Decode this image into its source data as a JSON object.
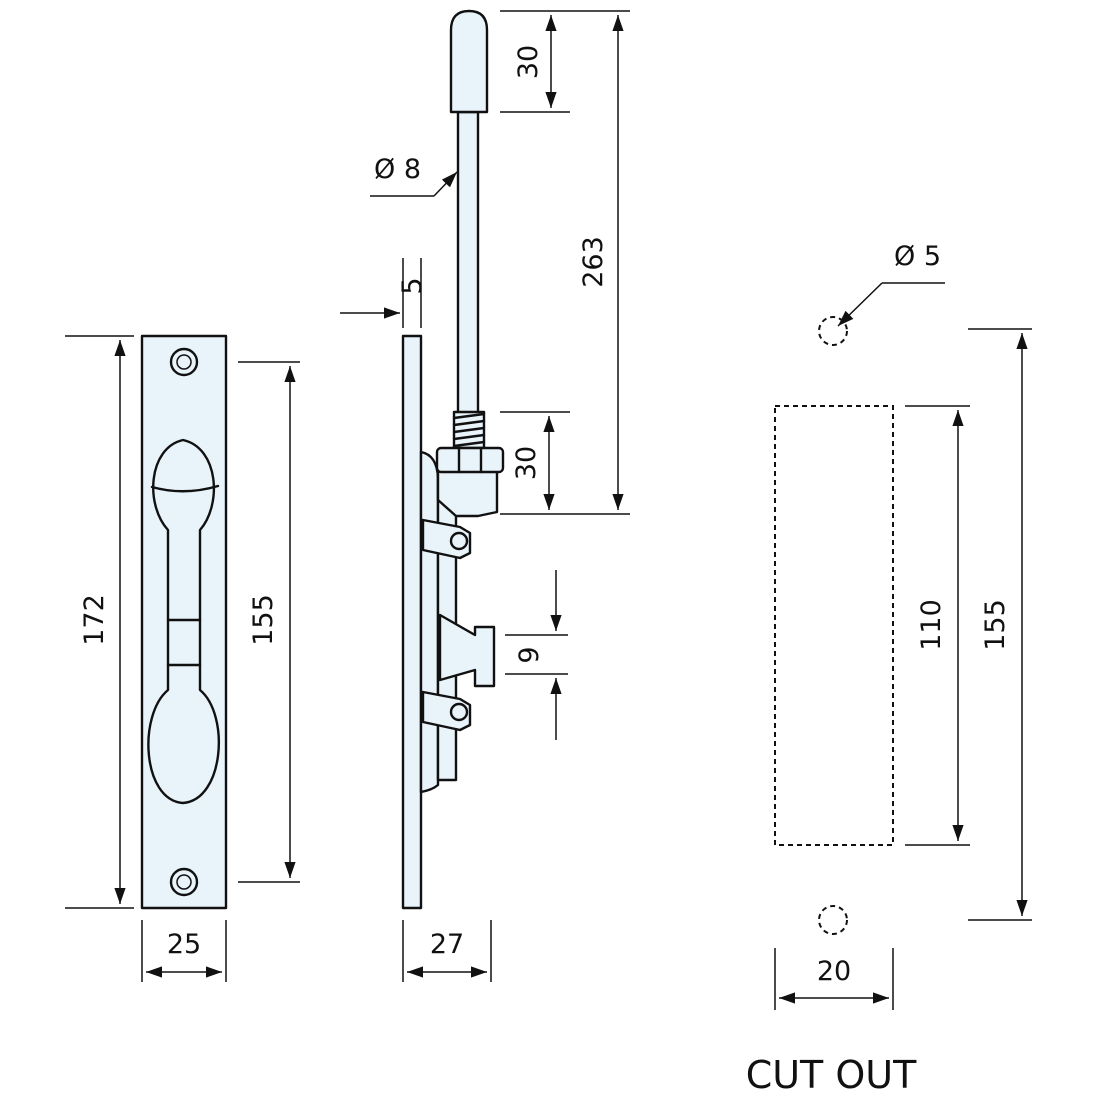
{
  "dimensions": {
    "front_height": "172",
    "front_hole_spacing": "155",
    "front_width": "25",
    "plate_thickness": "5",
    "side_width": "27",
    "rod_diameter": "Ø 8",
    "knob_length": "30",
    "rod_total": "263",
    "spring_length": "30",
    "travel": "9",
    "cutout_hole_diameter": "Ø 5",
    "cutout_hole_spacing": "155",
    "cutout_height": "110",
    "cutout_width": "20"
  },
  "labels": {
    "cutout_title": "CUT OUT"
  }
}
